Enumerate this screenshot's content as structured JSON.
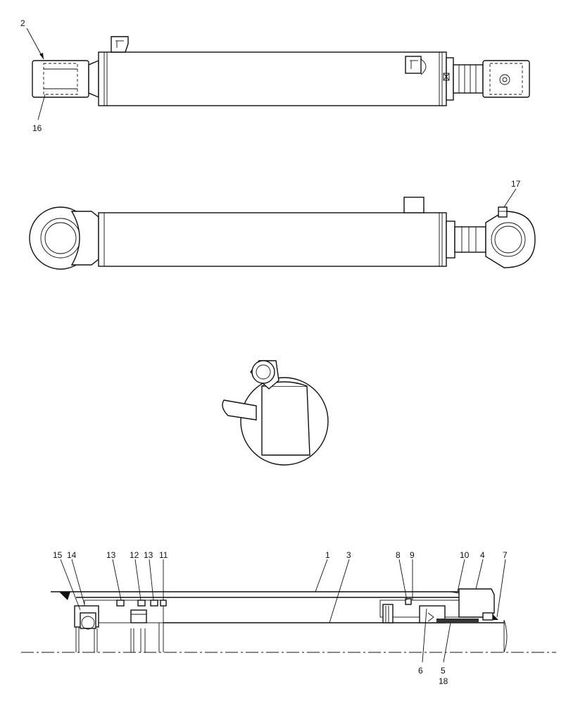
{
  "callouts": {
    "c2": "2",
    "c16": "16",
    "c17": "17",
    "c15": "15",
    "c14": "14",
    "c13a": "13",
    "c12": "12",
    "c13b": "13",
    "c11": "11",
    "c1": "1",
    "c3": "3",
    "c8": "8",
    "c9": "9",
    "c10": "10",
    "c4": "4",
    "c7": "7",
    "c6": "6",
    "c5": "5",
    "c18": "18"
  }
}
